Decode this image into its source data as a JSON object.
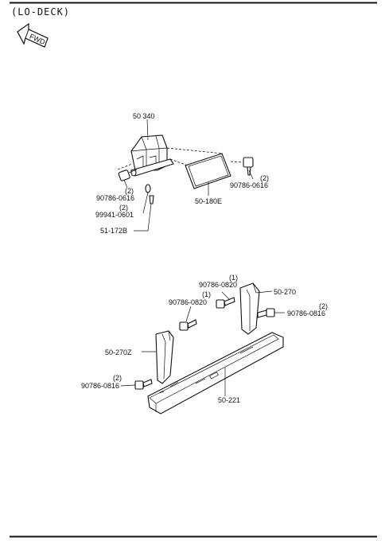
{
  "header": {
    "title": "(LO-DECK)",
    "fwd_label": "FWD"
  },
  "labels": {
    "p50_340": "50 340",
    "p90786_0616_a": "90786-0616",
    "p90786_0616_a_qty": "(2)",
    "p99941_0601": "99941-0601",
    "p99941_0601_qty": "(2)",
    "p51_172b": "51-172B",
    "p50_180e": "50-180E",
    "p90786_0616_b": "90786-0616",
    "p90786_0616_b_qty": "(2)",
    "p90786_0820_a": "90786-0820",
    "p90786_0820_a_qty": "(1)",
    "p90786_0820_b": "90786-0820",
    "p90786_0820_b_qty": "(1)",
    "p50_270": "50-270",
    "p90786_0816_a": "90786-0816",
    "p90786_0816_a_qty": "(2)",
    "p50_270z": "50-270Z",
    "p90786_0816_b": "90786-0816",
    "p90786_0816_b_qty": "(2)",
    "p50_221": "50-221"
  }
}
